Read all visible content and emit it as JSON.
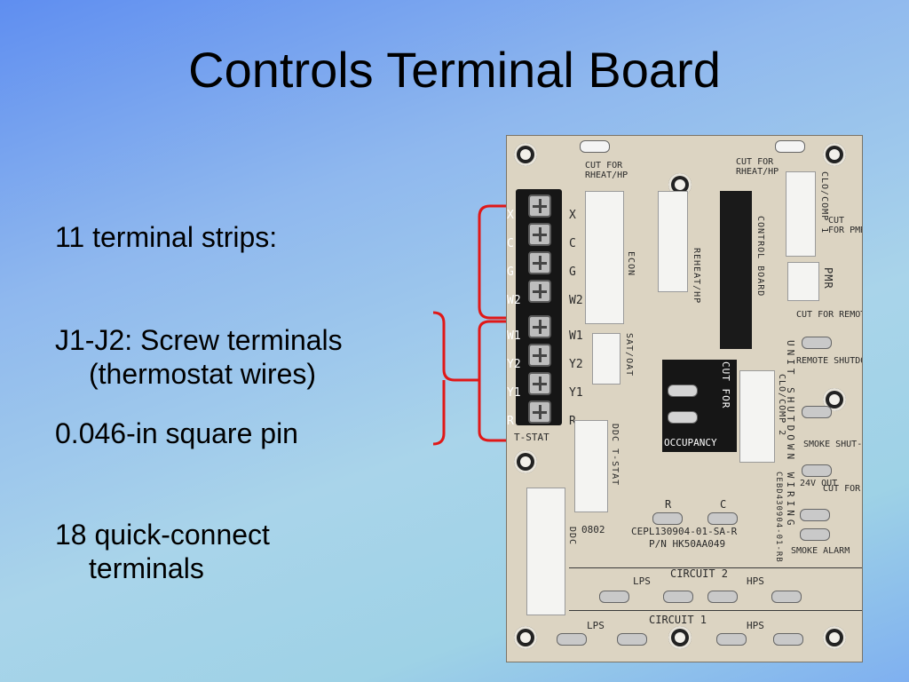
{
  "slide": {
    "title": "Controls Terminal Board",
    "bullets": [
      {
        "text": "11 terminal strips:"
      },
      {
        "text": "J1-J2:  Screw terminals",
        "cont": "(thermostat wires)"
      },
      {
        "text": "0.046-in square pin"
      },
      {
        "text": "18 quick-connect",
        "cont": "terminals"
      }
    ]
  },
  "colors": {
    "brace": "#e01818",
    "title": "#000000"
  },
  "board": {
    "screw_labels_left": [
      "X",
      "C",
      "G",
      "W2",
      "W1",
      "Y2",
      "Y1",
      "R"
    ],
    "screw_labels_right": [
      "X",
      "C",
      "G",
      "W2",
      "W1",
      "Y2",
      "Y1",
      "R"
    ],
    "tstat_label": "T-STAT",
    "econ": "ECON",
    "sat_oat": "SAT/OAT",
    "reheat_hp": "REHEAT/HP",
    "control_board": "CONTROL BOARD",
    "cut_for_reheat_1": "CUT FOR",
    "cut_for_reheat_2": "RHEAT/HP",
    "cut_for_pmr_1": "CUT",
    "cut_for_pmr_2": "FOR PMR",
    "pmr": "PMR",
    "clo_comp_1": "CLO/COMP 1",
    "clo_comp_2": "CLO/COMP 2",
    "remote_shutdown": "CUT FOR REMOTE SHUTDOWN",
    "remote_shutdown_2": "REMOTE SHUTDOWN",
    "unit_shutdown_wiring": "UNIT SHUTDOWN WIRING",
    "smoke_shutdown": "SMOKE SHUT-DOWN",
    "out_24v": "24V OUT",
    "cut_smoke": "CUT FOR SMOKE DETECTOR",
    "smoke_alarm": "SMOKE ALARM",
    "cut_for_occupancy": "CUT FOR",
    "occupancy": "OCCUPANCY",
    "ddc_tstat": "DDC T-STAT",
    "ddc": "DDC",
    "part_0802": "0802",
    "r_label": "R",
    "c_label": "C",
    "cepl": "CEPL130904-01-SA-R",
    "pn": "P/N  HK50AA049",
    "cebd": "CEBD430904-01-RB",
    "circuit2": "CIRCUIT  2",
    "circuit1": "CIRCUIT  1",
    "lps": "LPS",
    "hps": "HPS"
  }
}
